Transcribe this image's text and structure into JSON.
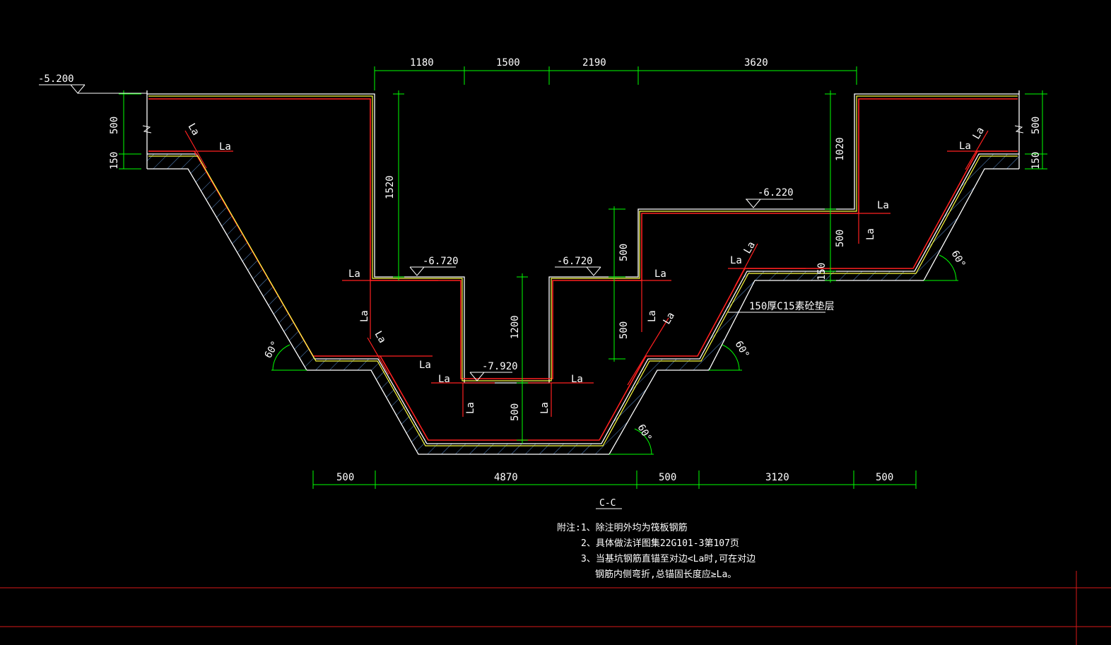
{
  "colors": {
    "background": "#000000",
    "outline": "#ffffff",
    "rebar": "#ff2020",
    "rebar_inner": "#ffff40",
    "dimension": "#00ff00",
    "hatch": "#5b8fd0",
    "border": "#d81818"
  },
  "elevations": {
    "top_left": "-5.200",
    "left_step": "-6.720",
    "right_step": "-6.720",
    "bottom": "-7.920",
    "right_top": "-6.220"
  },
  "top_dims": [
    "1180",
    "1500",
    "2190",
    "3620"
  ],
  "bottom_dims": [
    "500",
    "4870",
    "500",
    "3120",
    "500"
  ],
  "vertical_dims": {
    "left_500": "500",
    "left_150": "150",
    "right_500": "500",
    "right_150": "150",
    "d1520": "1520",
    "d1020": "1020",
    "d1200": "1200",
    "d500_a": "500",
    "d500_b": "500",
    "d500_c": "500",
    "d500_d": "500",
    "d150": "150"
  },
  "anchor_label": "La",
  "angle_label": "60°",
  "cushion_label": "150厚C15素砼垫层",
  "section_title": "C-C",
  "notes": [
    "附注:1、除注明外均为筏板钢筋",
    "2、具体做法详图集22G101-3第107页",
    "3、当基坑钢筋直锚至对边<La时,可在对边",
    "钢筋内侧弯折,总锚固长度应≥La。"
  ]
}
